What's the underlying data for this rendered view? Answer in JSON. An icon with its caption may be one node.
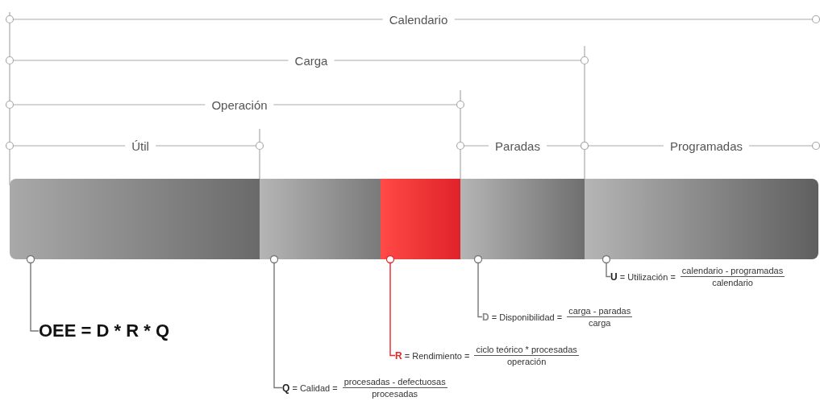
{
  "diagram": {
    "nodes": [
      {
        "text": [],
        "shape": "bar"
      },
      {
        "text": [],
        "shape": "bar"
      },
      {
        "text": [],
        "shape": "bar"
      },
      {
        "text": [],
        "shape": "bar"
      },
      {
        "text": [],
        "shape": "bar"
      },
      {
        "text": [
          "OEE = D * R * Q"
        ]
      },
      {
        "text": [
          "**Q** = Calidad =",
          "procesadas - defectuosas",
          "procesadas"
        ]
      },
      {
        "text": [
          "**R** = Rendimiento =",
          "ciclo teórico * procesadas",
          "operación"
        ]
      },
      {
        "text": [
          "**D** = Disponibilidad =",
          "carga - paradas",
          "carga"
        ]
      },
      {
        "text": [
          "**U** = Utilización =",
          "calendario - programadas",
          "calendario"
        ]
      }
    ],
    "edges": [
      {
        "from": 0,
        "to": 5,
        "arrow": "other"
      },
      {
        "from": 1,
        "to": 6,
        "arrow": "other"
      },
      {
        "from": 2,
        "to": 7,
        "arrow": "other",
        "color": "#e8262b"
      },
      {
        "from": 3,
        "to": 8,
        "arrow": "other"
      },
      {
        "from": 4,
        "to": 9,
        "arrow": "other"
      }
    ],
    "labels": [
      "Calendario",
      "Carga",
      "Operación",
      "Útil",
      "Paradas",
      "Programadas"
    ]
  }
}
